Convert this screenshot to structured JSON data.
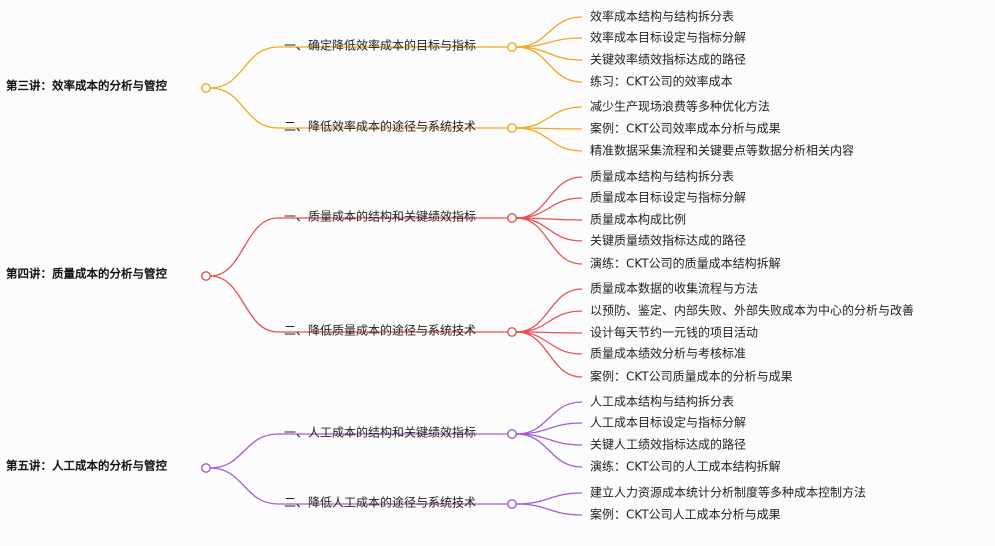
{
  "roots": [
    {
      "label": "第三讲：效率成本的分析与管控",
      "color": "#f0a81c",
      "branches": [
        {
          "label": "一、确定降低效率成本的目标与指标",
          "leaves": [
            "效率成本结构与结构拆分表",
            "效率成本目标设定与指标分解",
            "关键效率绩效指标达成的路径",
            "练习：CKT公司的效率成本"
          ]
        },
        {
          "label": "二、降低效率成本的途径与系统技术",
          "leaves": [
            "减少生产现场浪费等多种优化方法",
            "案例：CKT公司效率成本分析与成果",
            "精准数据采集流程和关键要点等数据分析相关内容"
          ]
        }
      ]
    },
    {
      "label": "第四讲：质量成本的分析与管控",
      "color": "#e8514f",
      "branches": [
        {
          "label": "一、质量成本的结构和关键绩效指标",
          "leaves": [
            "质量成本结构与结构拆分表",
            "质量成本目标设定与指标分解",
            "质量成本构成比例",
            "关键质量绩效指标达成的路径",
            "演练：CKT公司的质量成本结构拆解"
          ]
        },
        {
          "label": "二、降低质量成本的途径与系统技术",
          "leaves": [
            "质量成本数据的收集流程与方法",
            "以预防、鉴定、内部失败、外部失败成本为中心的分析与改善",
            "设计每天节约一元钱的项目活动",
            "质量成本绩效分析与考核标准",
            "案例：CKT公司质量成本的分析与成果"
          ]
        }
      ]
    },
    {
      "label": "第五讲：人工成本的分析与管控",
      "color": "#a35bd6",
      "branches": [
        {
          "label": "一、人工成本的结构和关键绩效指标",
          "leaves": [
            "人工成本结构与结构拆分表",
            "人工成本目标设定与指标分解",
            "关键人工绩效指标达成的路径",
            "演练：CKT公司的人工成本结构拆解"
          ]
        },
        {
          "label": "二、降低人工成本的途径与系统技术",
          "leaves": [
            "建立人力资源成本统计分析制度等多种成本控制方法",
            "案例：CKT公司人工成本分析与成果"
          ]
        }
      ]
    }
  ]
}
